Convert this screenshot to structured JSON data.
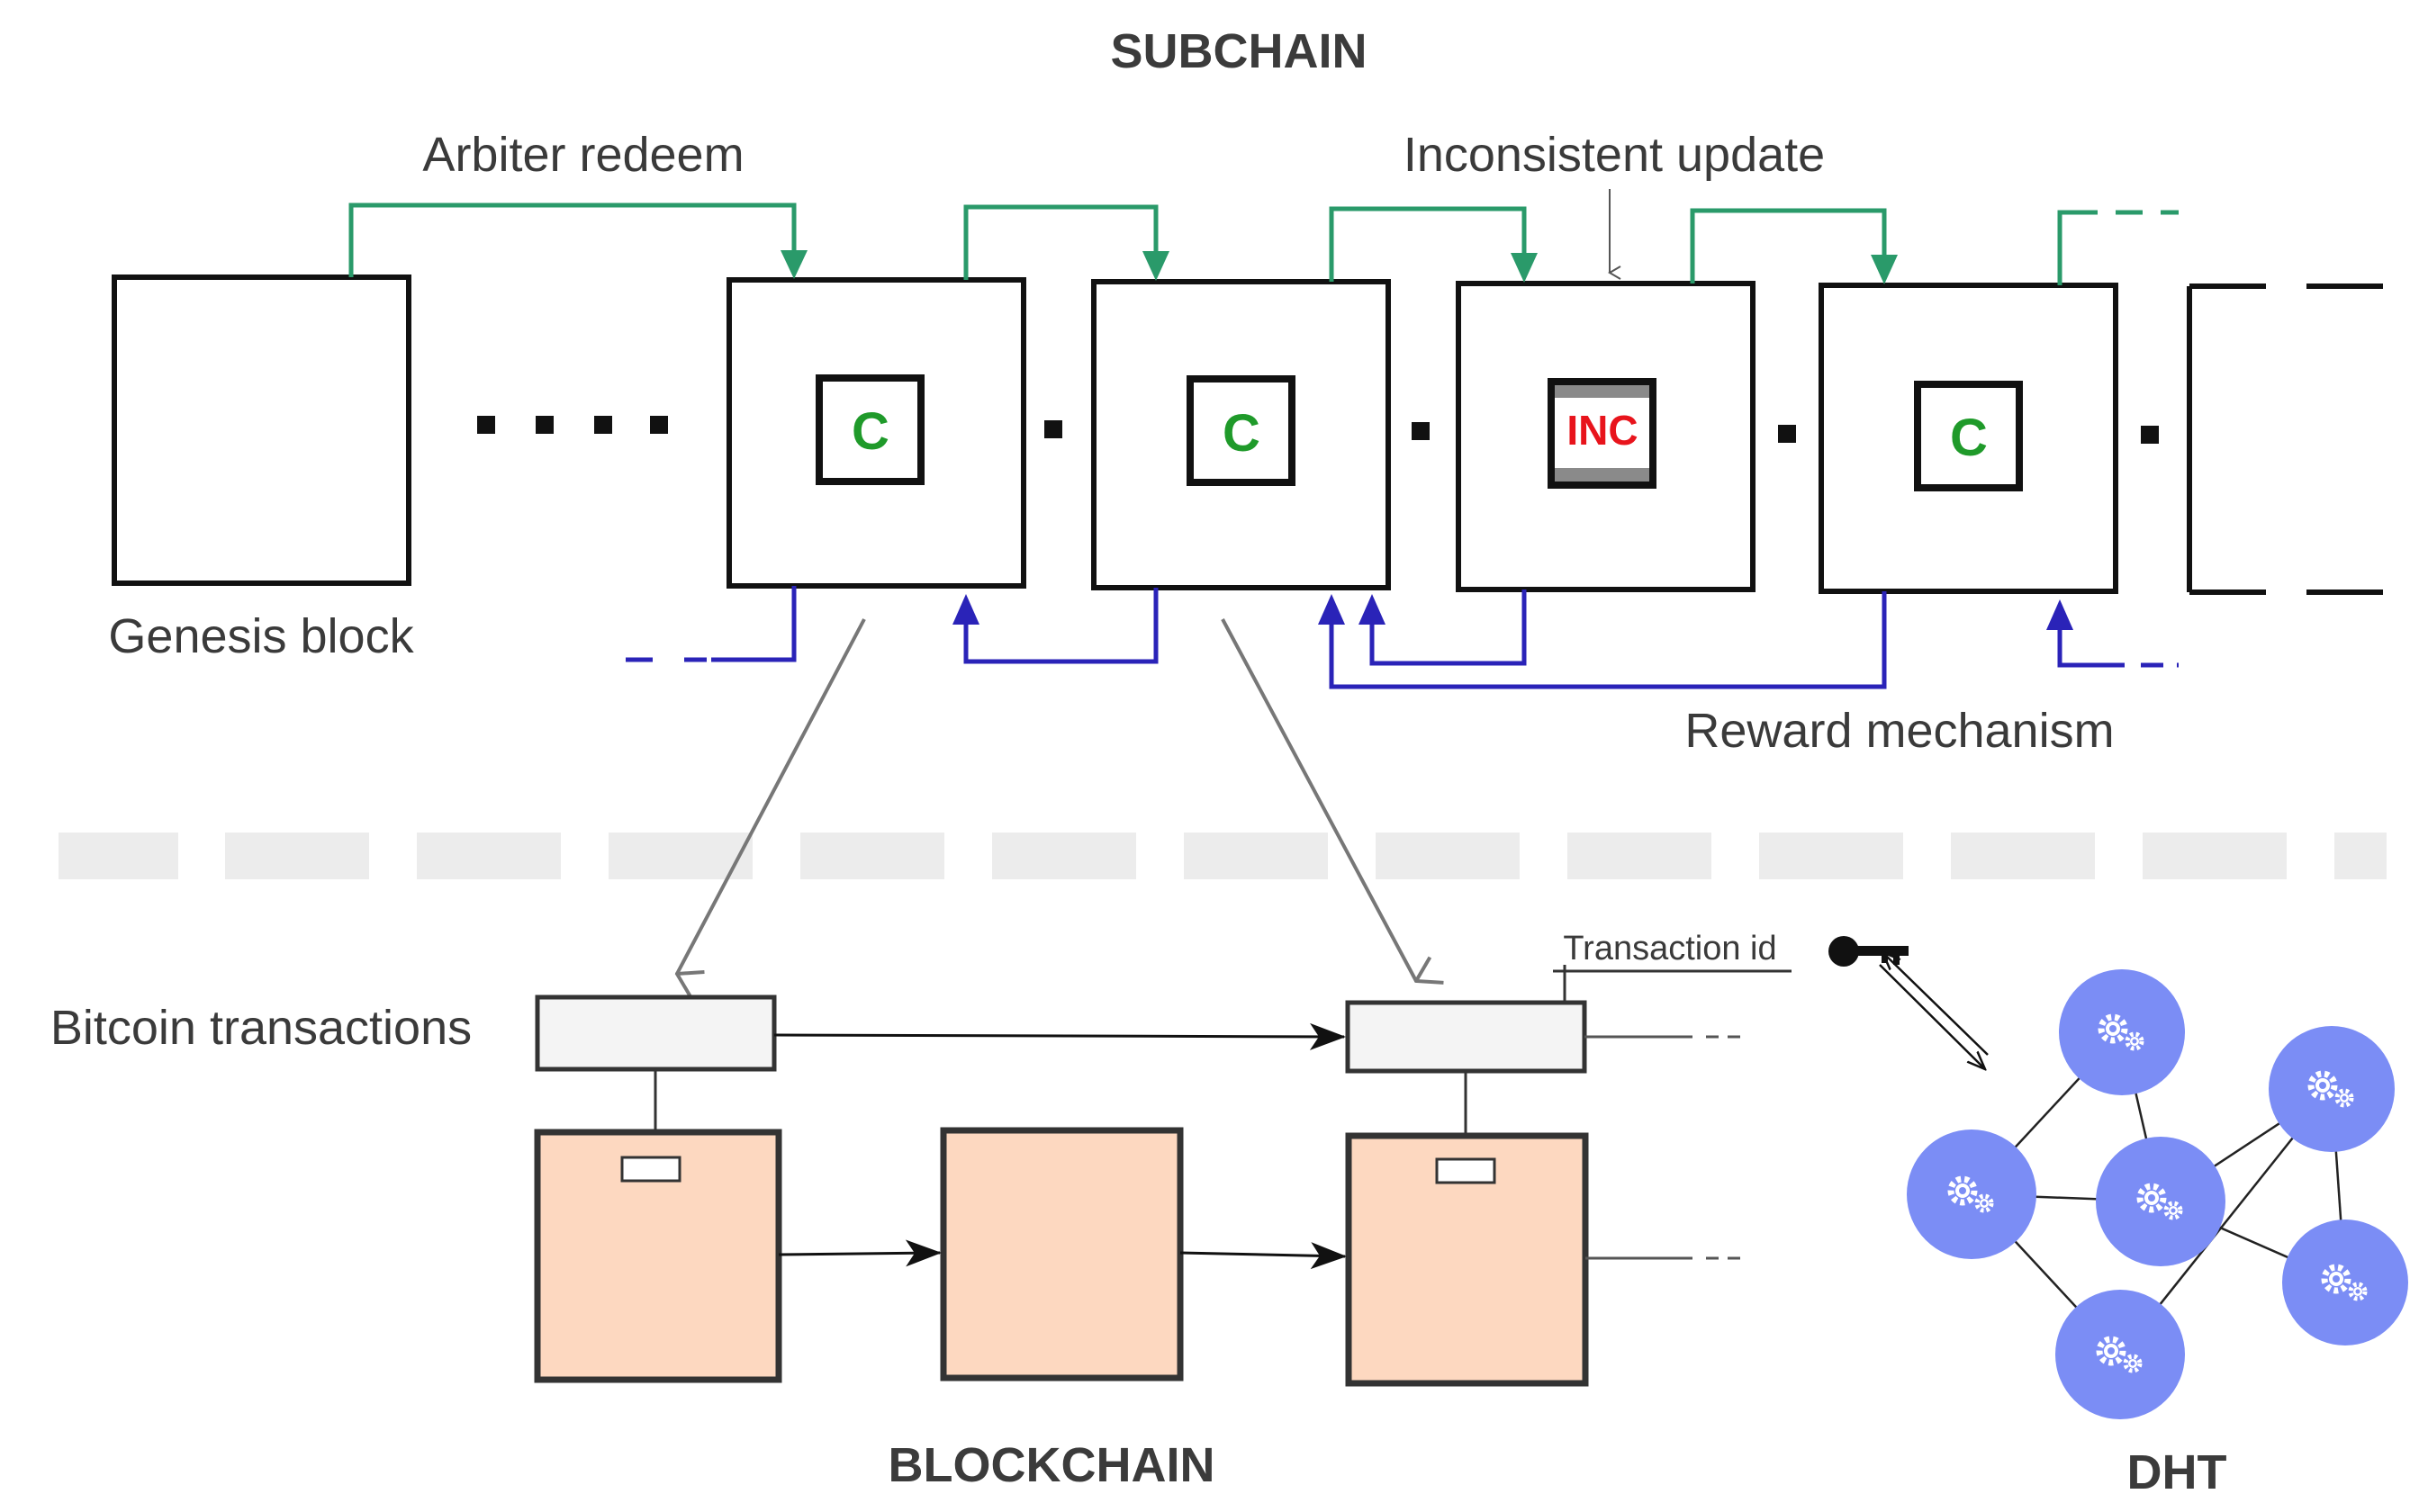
{
  "subchain": {
    "title": "SUBCHAIN",
    "genesis_label": "Genesis block",
    "arbiter_label": "Arbiter redeem",
    "inconsistent_label": "Inconsistent update",
    "reward_label": "Reward mechanism",
    "blocks": [
      {
        "marker": "C"
      },
      {
        "marker": "C"
      },
      {
        "marker": "INC"
      },
      {
        "marker": "C"
      }
    ]
  },
  "blockchain": {
    "title": "BLOCKCHAIN",
    "transactions_label": "Bitcoin transactions",
    "transaction_id_label": "Transaction id"
  },
  "dht": {
    "title": "DHT",
    "node_icon": "gears-icon",
    "key_icon": "key-icon"
  },
  "colors": {
    "green_arrow": "#2a9a6a",
    "blue_arrow": "#2a23b8",
    "block_fill": "#fdd8c0",
    "dht_node": "#7b8df5",
    "tx_fill": "#f4f4f4",
    "separator": "#ececec"
  }
}
